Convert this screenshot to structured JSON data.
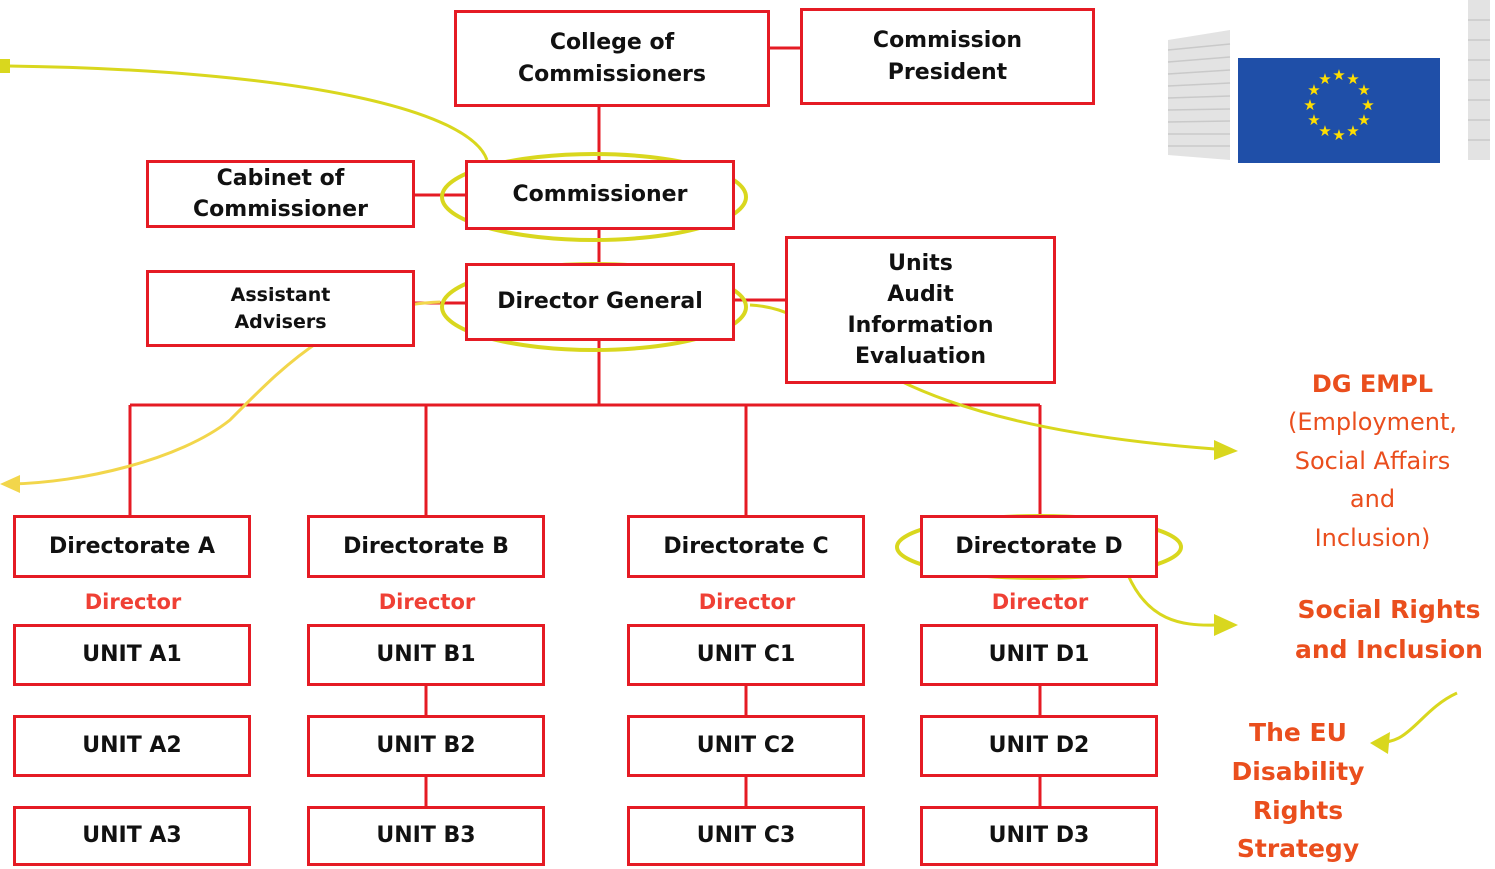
{
  "top": {
    "college": "College of\nCommissioners",
    "president": "Commission\nPresident",
    "cabinet": "Cabinet of\nCommissioner",
    "commissioner": "Commissioner",
    "assistant": "Assistant\nAdvisers",
    "director_general": "Director General",
    "units_audit": "Units\nAudit\nInformation\nEvaluation"
  },
  "directorates": [
    {
      "label": "Directorate A",
      "director": "Director",
      "units": [
        "UNIT A1",
        "UNIT A2",
        "UNIT A3"
      ]
    },
    {
      "label": "Directorate B",
      "director": "Director",
      "units": [
        "UNIT B1",
        "UNIT B2",
        "UNIT B3"
      ]
    },
    {
      "label": "Directorate C",
      "director": "Director",
      "units": [
        "UNIT C1",
        "UNIT C2",
        "UNIT C3"
      ]
    },
    {
      "label": "Directorate D",
      "director": "Director",
      "units": [
        "UNIT D1",
        "UNIT D2",
        "UNIT D3"
      ]
    }
  ],
  "side": {
    "dg_empl_title": "DG EMPL",
    "dg_empl_desc": "(Employment,\nSocial Affairs\nand\nInclusion)",
    "social_rights": "Social Rights\nand Inclusion",
    "strategy": "The EU\nDisability\nRights\nStrategy"
  },
  "colors": {
    "box_border": "#e51b24",
    "connector": "#e51b24",
    "highlight_ellipse": "#d9d71e",
    "arrow": "#d9d71e",
    "accent_text": "#ea4e1d",
    "director_text": "#ef4035",
    "eu_flag": "#1f4fa8",
    "eu_star": "#ffde00"
  },
  "icons": {
    "logo": "eu-commission-logo-icon"
  }
}
